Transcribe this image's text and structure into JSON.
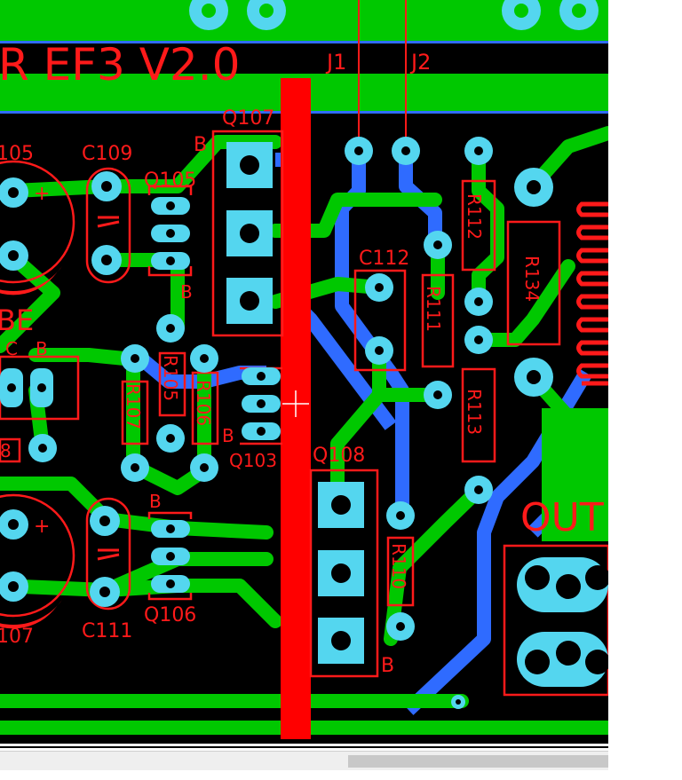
{
  "board": {
    "title": "R EF3 V2.0",
    "colors": {
      "background": "#000000",
      "top_copper": "#00c800",
      "bottom_copper": "#2f6bff",
      "pads": "#54d6ef",
      "silkscreen": "#ff1a1a"
    }
  },
  "labels": {
    "j1": "J1",
    "j2": "J2",
    "q107": "Q107",
    "q107_base": "B",
    "r105_partial": "105",
    "c109": "C109",
    "q105": "Q105",
    "q105_base": "B",
    "be_partial": "BE",
    "c_small": "C",
    "b_small": "B",
    "r107": "R107",
    "r105": "R105",
    "r106": "R106",
    "q103_base": "B",
    "q103": "Q103",
    "eight_partial": "8",
    "c112": "C112",
    "r111": "R111",
    "r112": "R112",
    "r134": "R134",
    "r113": "R113",
    "q108": "Q108",
    "q108_base": "B",
    "r110": "R110",
    "out": "OUT",
    "q106_base": "B",
    "q106": "Q106",
    "c111": "C111",
    "r107_bottom_partial": "107",
    "plus_a": "+",
    "plus_b": "+"
  },
  "scrollbar": {
    "orientation": "horizontal"
  },
  "cursor": {
    "type": "crosshair"
  }
}
